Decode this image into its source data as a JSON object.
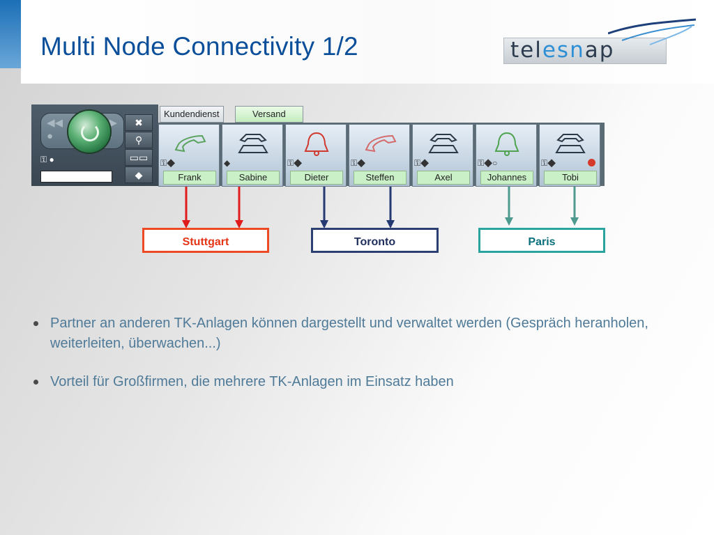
{
  "slide": {
    "title": "Multi Node Connectivity 1/2",
    "logo_text_left": "tel",
    "logo_text_mid": "esn",
    "logo_text_right": "ap"
  },
  "toolbar": {
    "tabs": [
      "Kundendienst",
      "Versand"
    ],
    "controls": [
      "close-icon",
      "search-icon",
      "book-icon",
      "network-icon"
    ],
    "keys": [
      {
        "name": "Frank",
        "state": "idle-green-handset"
      },
      {
        "name": "Sabine",
        "state": "idle-grey-phone"
      },
      {
        "name": "Dieter",
        "state": "ringing-red-bell"
      },
      {
        "name": "Steffen",
        "state": "red-handset"
      },
      {
        "name": "Axel",
        "state": "idle-grey-phone"
      },
      {
        "name": "Johannes",
        "state": "green-bell"
      },
      {
        "name": "Tobi",
        "state": "idle-grey-phone-alert"
      }
    ]
  },
  "locations": [
    {
      "label": "Stuttgart",
      "color": "#e53516"
    },
    {
      "label": "Toronto",
      "color": "#1e2f5c"
    },
    {
      "label": "Paris",
      "color": "#0b6f7c"
    }
  ],
  "bullets": [
    "Partner an anderen TK-Anlagen können dargestellt und verwaltet werden (Gespräch heranholen, weiterleiten, überwachen...)",
    "Vorteil für Großfirmen, die mehrere TK-Anlagen im Einsatz haben"
  ]
}
